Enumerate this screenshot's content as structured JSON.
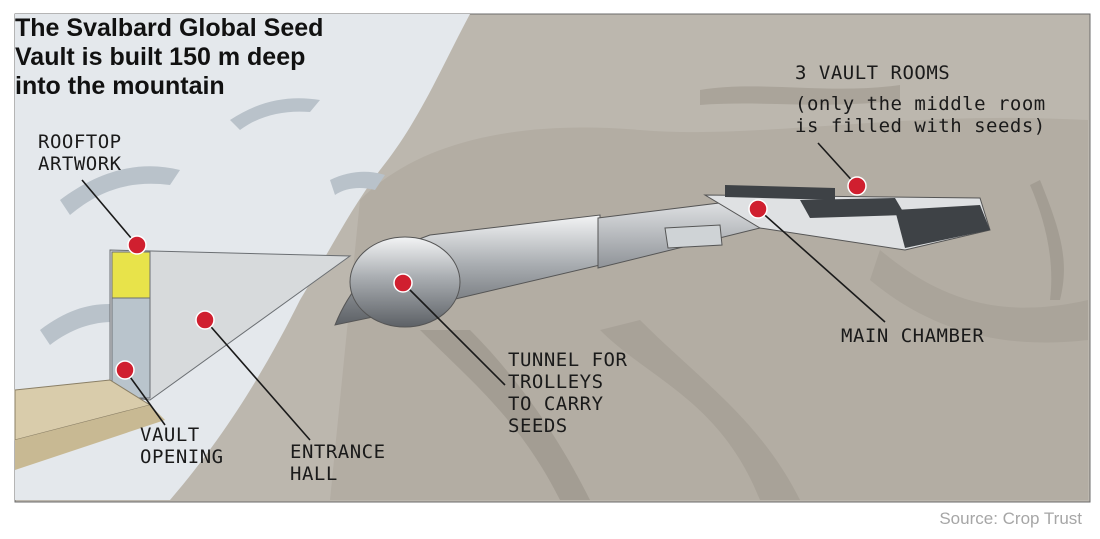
{
  "title": "The Svalbard Global Seed Vault is built 150 m deep into the mountain",
  "labels": {
    "rooftop_artwork": [
      "ROOFTOP",
      "ARTWORK"
    ],
    "vault_opening": [
      "VAULT",
      "OPENING"
    ],
    "entrance_hall": [
      "ENTRANCE",
      "HALL"
    ],
    "tunnel": [
      "TUNNEL FOR",
      "TROLLEYS",
      "TO CARRY",
      "SEEDS"
    ],
    "main_chamber": [
      "MAIN CHAMBER"
    ],
    "vault_rooms": [
      "3 VAULT ROOMS"
    ],
    "vault_rooms_note": [
      "(only the middle room",
      "is filled with seeds)"
    ]
  },
  "source": "Source: Crop Trust",
  "colors": {
    "rock": "#bdb8b0",
    "snow": "#e6eaee",
    "marker": "#d01f2f",
    "yellow_panel": "#e8e34a",
    "structure": "#cfd3d6",
    "shadow": "#8e9296"
  }
}
